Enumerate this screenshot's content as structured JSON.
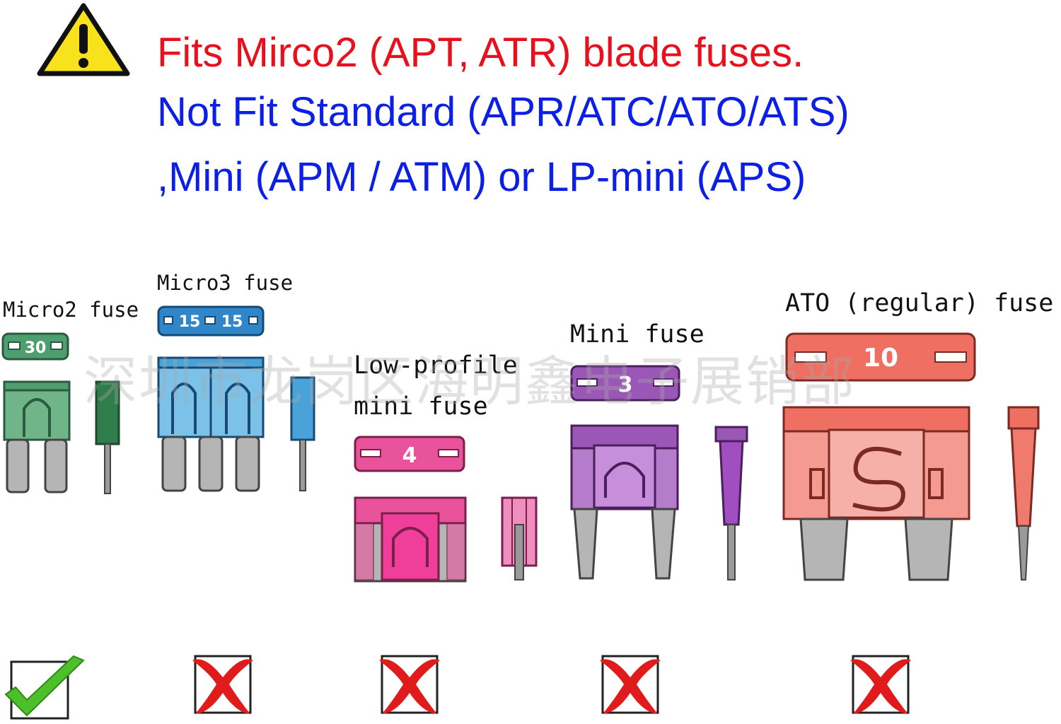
{
  "headline": {
    "line1": "Fits Mirco2 (APT, ATR) blade fuses.",
    "line2": "Not Fit Standard (APR/ATC/ATO/ATS)",
    "line3": ",Mini (APM / ATM)  or LP-mini (APS)"
  },
  "icons": {
    "warning": "warning-triangle-icon",
    "fits": "check-mark-icon",
    "not_fit": "red-x-icon"
  },
  "fuses": [
    {
      "label": "Micro2 fuse",
      "rating": "30",
      "fits": true,
      "color": "#4f9e6f"
    },
    {
      "label": "Micro3 fuse",
      "rating": "15",
      "rating2": "15",
      "fits": false,
      "color": "#4aa3d8"
    },
    {
      "label": "Low-profile",
      "label2": "mini fuse",
      "rating": "4",
      "fits": false,
      "color": "#e8539b"
    },
    {
      "label": "Mini fuse",
      "rating": "3",
      "fits": false,
      "color": "#9b57b6"
    },
    {
      "label": "ATO (regular) fuse",
      "rating": "10",
      "fits": false,
      "color": "#ef6f63"
    }
  ],
  "watermark": "深圳市龙岗区海明鑫电子展销部",
  "colors": {
    "fits_text": "#e8101c",
    "not_fit_text": "#0b1fe6",
    "check": "#4cbf2a",
    "cross": "#e01b1b"
  }
}
